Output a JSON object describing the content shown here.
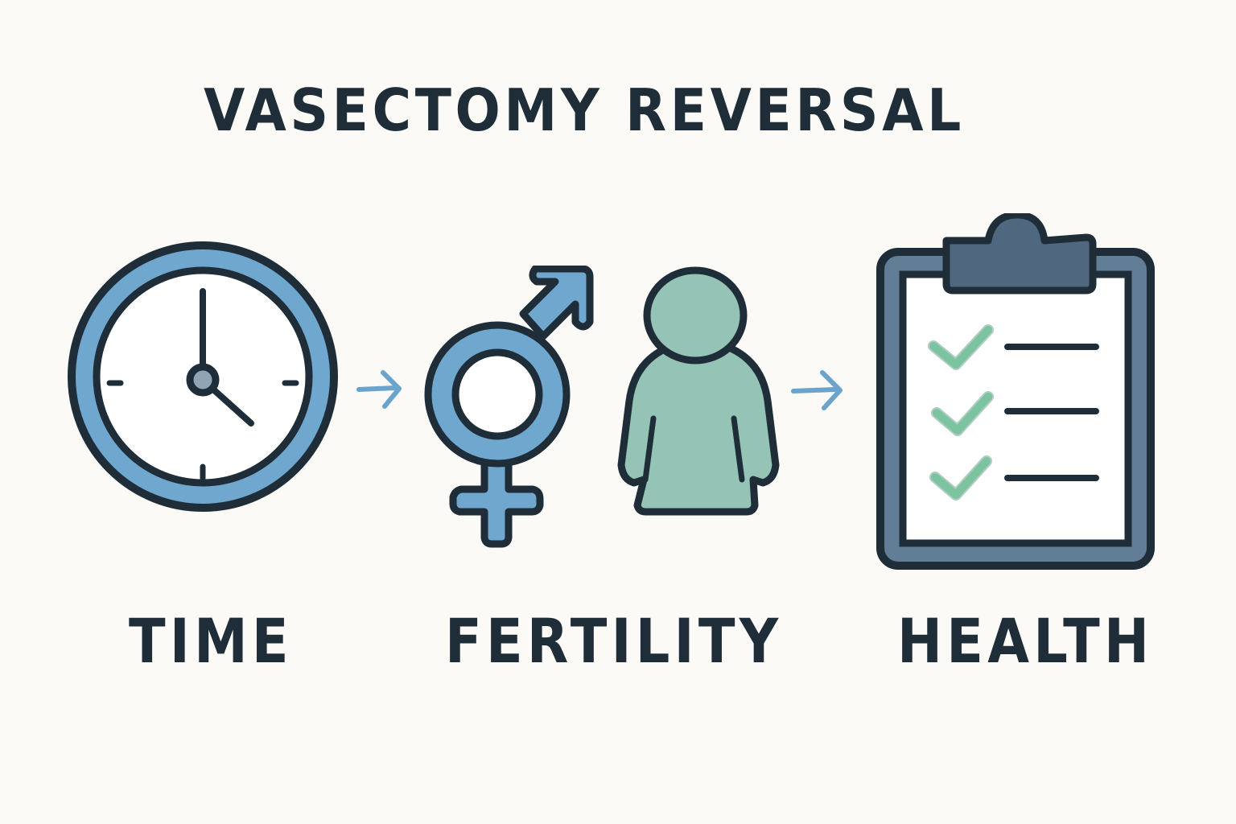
{
  "title": "VASECTOMY REVERSAL",
  "steps": [
    {
      "label": "TIME",
      "icon": "clock-icon"
    },
    {
      "label": "FERTILITY",
      "icon": "gender-symbol-icon"
    },
    {
      "label": "HEALTH",
      "icon": "clipboard-checklist-icon"
    }
  ],
  "extra_icons": [
    "person-icon"
  ],
  "arrows": [
    "arrow-right-icon",
    "arrow-right-icon"
  ],
  "checklist": {
    "items": 3,
    "checked": [
      true,
      true,
      true
    ]
  },
  "colors": {
    "background": "#fbfaf6",
    "outline": "#1f2d38",
    "blue": "#6fa7cf",
    "teal": "#95c4b6",
    "slate": "#627d96",
    "check_green": "#74b89a",
    "arrow_blue": "#6aa3cc"
  }
}
